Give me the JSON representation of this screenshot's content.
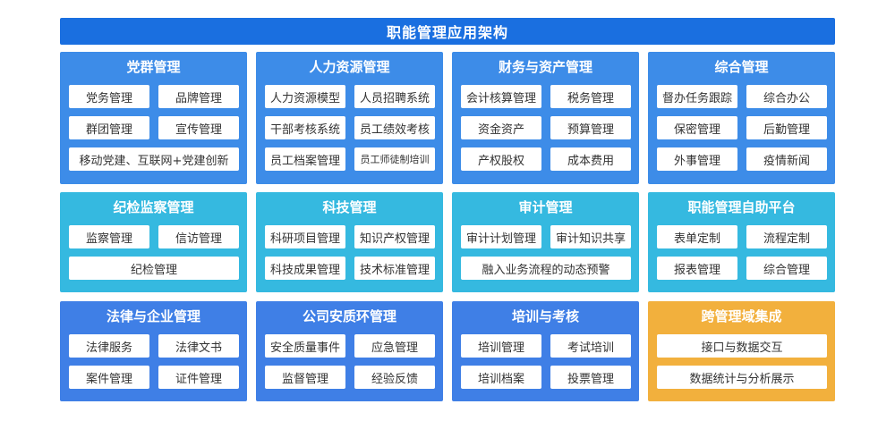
{
  "title": "职能管理应用架构",
  "colors": {
    "banner": "#1a6fe0",
    "blue": "#3d8ce8",
    "cyan": "#35b9e0",
    "royal": "#3f7fe6",
    "orange": "#f2b03d"
  },
  "panels": [
    {
      "title": "党群管理",
      "items": [
        "党务管理",
        "品牌管理",
        "群团管理",
        "宣传管理",
        "移动党建、互联网+党建创新"
      ]
    },
    {
      "title": "人力资源管理",
      "items": [
        "人力资源模型",
        "人员招聘系统",
        "干部考核系统",
        "员工绩效考核",
        "员工档案管理",
        "员工师徒制培训"
      ]
    },
    {
      "title": "财务与资产管理",
      "items": [
        "会计核算管理",
        "税务管理",
        "资金资产",
        "预算管理",
        "产权股权",
        "成本费用"
      ]
    },
    {
      "title": "综合管理",
      "items": [
        "督办任务跟踪",
        "综合办公",
        "保密管理",
        "后勤管理",
        "外事管理",
        "疫情新闻"
      ]
    },
    {
      "title": "纪检监察管理",
      "items": [
        "监察管理",
        "信访管理",
        "纪检管理"
      ]
    },
    {
      "title": "科技管理",
      "items": [
        "科研项目管理",
        "知识产权管理",
        "科技成果管理",
        "技术标准管理"
      ]
    },
    {
      "title": "审计管理",
      "items": [
        "审计计划管理",
        "审计知识共享",
        "融入业务流程的动态预警"
      ]
    },
    {
      "title": "职能管理自助平台",
      "items": [
        "表单定制",
        "流程定制",
        "报表管理",
        "综合管理"
      ]
    },
    {
      "title": "法律与企业管理",
      "items": [
        "法律服务",
        "法律文书",
        "案件管理",
        "证件管理"
      ]
    },
    {
      "title": "公司安质环管理",
      "items": [
        "安全质量事件",
        "应急管理",
        "监督管理",
        "经验反馈"
      ]
    },
    {
      "title": "培训与考核",
      "items": [
        "培训管理",
        "考试培训",
        "培训档案",
        "投票管理"
      ]
    },
    {
      "title": "跨管理域集成",
      "items": [
        "接口与数据交互",
        "数据统计与分析展示"
      ]
    }
  ]
}
